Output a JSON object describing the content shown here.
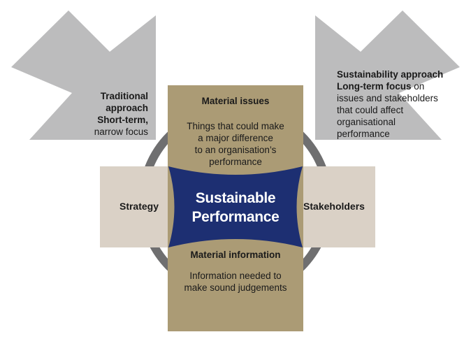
{
  "left_arrow": {
    "title_line1": "Traditional",
    "title_line2": "approach",
    "title_line3": "Short-term,",
    "subtitle": "narrow focus"
  },
  "right_arrow": {
    "title": "Sustainability approach",
    "focus_bold": "Long-term focus",
    "focus_rest": " on",
    "line3": "issues and stakeholders",
    "line4": "that could affect",
    "line5": "organisational",
    "line6": "performance"
  },
  "top_box": {
    "title": "Material issues",
    "line1": "Things that could make",
    "line2": "a major difference",
    "line3": "to an organisation’s",
    "line4": "performance"
  },
  "bottom_box": {
    "title": "Material information",
    "line1": "Information needed to",
    "line2": "make sound judgements"
  },
  "left_box": {
    "label": "Strategy"
  },
  "right_box": {
    "label": "Stakeholders"
  },
  "center": {
    "line1": "Sustainable",
    "line2": "Performance"
  },
  "colors": {
    "arrow_gray": "#bcbcbd",
    "ring_gray": "#6f6f70",
    "tan": "#ab9b75",
    "beige": "#dad1c6",
    "navy": "#1d2f72"
  }
}
